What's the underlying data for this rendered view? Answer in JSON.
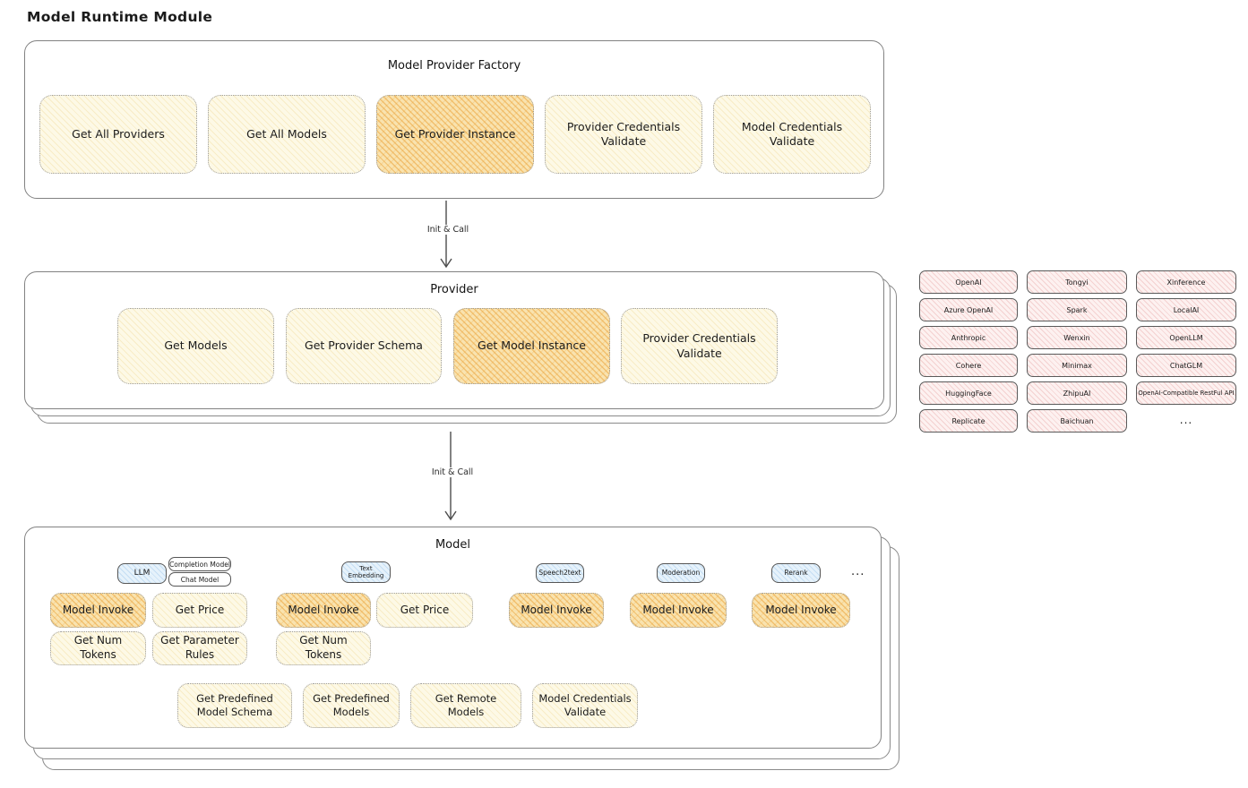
{
  "page_title": "Model Runtime Module",
  "colors": {
    "highlight_orange": "#f6d89b",
    "node_cream": "#fdf9e6",
    "provider_pink": "#fdf1f0",
    "tab_blue": "#e6f2fb",
    "outline_gray": "#828282"
  },
  "factory": {
    "title": "Model Provider Factory",
    "buttons": [
      {
        "label": "Get All Providers",
        "highlighted": false
      },
      {
        "label": "Get All Models",
        "highlighted": false
      },
      {
        "label": "Get Provider Instance",
        "highlighted": true
      },
      {
        "label": "Provider Credentials Validate",
        "highlighted": false
      },
      {
        "label": "Model Credentials Validate",
        "highlighted": false
      }
    ]
  },
  "arrow1": {
    "label": "Init & Call"
  },
  "provider": {
    "title": "Provider",
    "buttons": [
      {
        "label": "Get Models",
        "highlighted": false
      },
      {
        "label": "Get Provider Schema",
        "highlighted": false
      },
      {
        "label": "Get Model Instance",
        "highlighted": true
      },
      {
        "label": "Provider Credentials Validate",
        "highlighted": false
      }
    ]
  },
  "providers": {
    "items": [
      "OpenAI",
      "Tongyi",
      "Xinference",
      "Azure OpenAI",
      "Spark",
      "LocalAI",
      "Anthropic",
      "Wenxin",
      "OpenLLM",
      "Cohere",
      "Minimax",
      "ChatGLM",
      "HuggingFace",
      "ZhipuAI",
      "OpenAI-Compatible RestFul API",
      "Replicate",
      "Baichuan"
    ],
    "ellipsis": "..."
  },
  "arrow2": {
    "label": "Init & Call"
  },
  "model": {
    "title": "Model",
    "groups": [
      {
        "tab": "LLM",
        "subtabs": [
          "Completion Model",
          "Chat Model"
        ],
        "row1": [
          "Model Invoke",
          "Get Price"
        ],
        "row2": [
          "Get Num Tokens",
          "Get Parameter Rules"
        ]
      },
      {
        "tab": "Text Embedding",
        "row1": [
          "Model Invoke",
          "Get Price"
        ],
        "row2": [
          "Get Num Tokens"
        ]
      },
      {
        "tab": "Speech2text",
        "row1": [
          "Model Invoke"
        ]
      },
      {
        "tab": "Moderation",
        "row1": [
          "Model Invoke"
        ]
      },
      {
        "tab": "Rerank",
        "row1": [
          "Model Invoke"
        ]
      }
    ],
    "ellipsis": "...",
    "bottom_buttons": [
      "Get Predefined Model Schema",
      "Get Predefined Models",
      "Get Remote Models",
      "Model Credentials Validate"
    ]
  }
}
